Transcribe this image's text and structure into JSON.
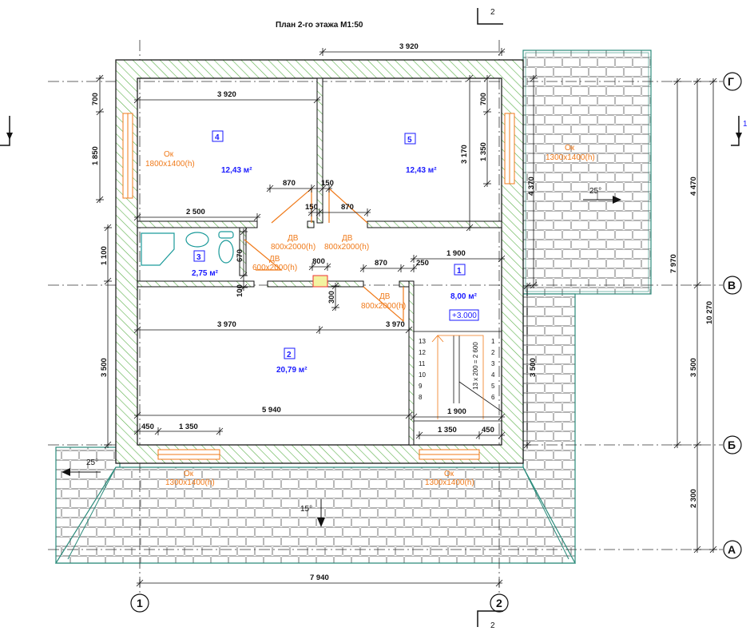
{
  "title": "План 2-го этажа  М1:50",
  "section_marks": {
    "top": "2",
    "bottom": "2",
    "side": "1"
  },
  "axes": {
    "rows": [
      "Г",
      "В",
      "Б",
      "А"
    ],
    "cols": [
      "1",
      "2"
    ]
  },
  "rooms": [
    {
      "num": "4",
      "area": "12,43 м²"
    },
    {
      "num": "5",
      "area": "12,43 м²"
    },
    {
      "num": "3",
      "area": "2,75 м²"
    },
    {
      "num": "2",
      "area": "20,79 м²"
    },
    {
      "num": "1",
      "area": "8,00 м²"
    }
  ],
  "level_mark": "+3.000",
  "windows": [
    {
      "label": "Ок",
      "size": "1800x1400(h)"
    },
    {
      "label": "Ок",
      "size": "1300x1400(h)"
    },
    {
      "label": "Ок",
      "size": "1300x1400(h)"
    },
    {
      "label": "Ок",
      "size": "1300x1400(h)"
    }
  ],
  "doors": [
    {
      "label": "ДВ",
      "size": "800x2000(h)"
    },
    {
      "label": "ДВ",
      "size": "800x2000(h)"
    },
    {
      "label": "ДВ",
      "size": "600x2000(h)"
    },
    {
      "label": "ДВ",
      "size": "800x2000(h)"
    }
  ],
  "roof_slopes": [
    "25°",
    "25°",
    "15°"
  ],
  "stairs": {
    "formula": "13 x 200 = 2 600",
    "steps_left": [
      "13",
      "12",
      "11",
      "10",
      "9",
      "8"
    ],
    "steps_right": [
      "1",
      "2",
      "3",
      "4",
      "5",
      "6"
    ]
  },
  "dimensions": {
    "top_overall": "3 920",
    "room4_width": "3 920",
    "left_700": "700",
    "left_1850": "1 850",
    "right_700": "700",
    "right_1350": "1 350",
    "room5_3170": "3 170",
    "door_870_a": "870",
    "wall_150_a": "150",
    "wall_150_b": "150",
    "door_870_b": "870",
    "bath_2500": "2 500",
    "bath_1100": "1 100",
    "bath_670": "670",
    "bath_100": "100",
    "vent_800": "800",
    "vent_300": "300",
    "door_870_c": "870",
    "gap_250": "250",
    "hall_1900": "1 900",
    "room2_3970_a": "3 970",
    "room2_3970_b": "3 970",
    "left_3500": "3 500",
    "room2_5940": "5 940",
    "win_450_a": "450",
    "win_1350_a": "1 350",
    "win_1350_b": "1 350",
    "win_450_b": "450",
    "stair_1900": "1 900",
    "stair_3500": "3 500",
    "roof_4370": "4 370",
    "axis_4470": "4 470",
    "axis_7970": "7 970",
    "axis_3500": "3 500",
    "axis_10270": "10 270",
    "axis_2300": "2 300",
    "axis_7940": "7 940"
  }
}
